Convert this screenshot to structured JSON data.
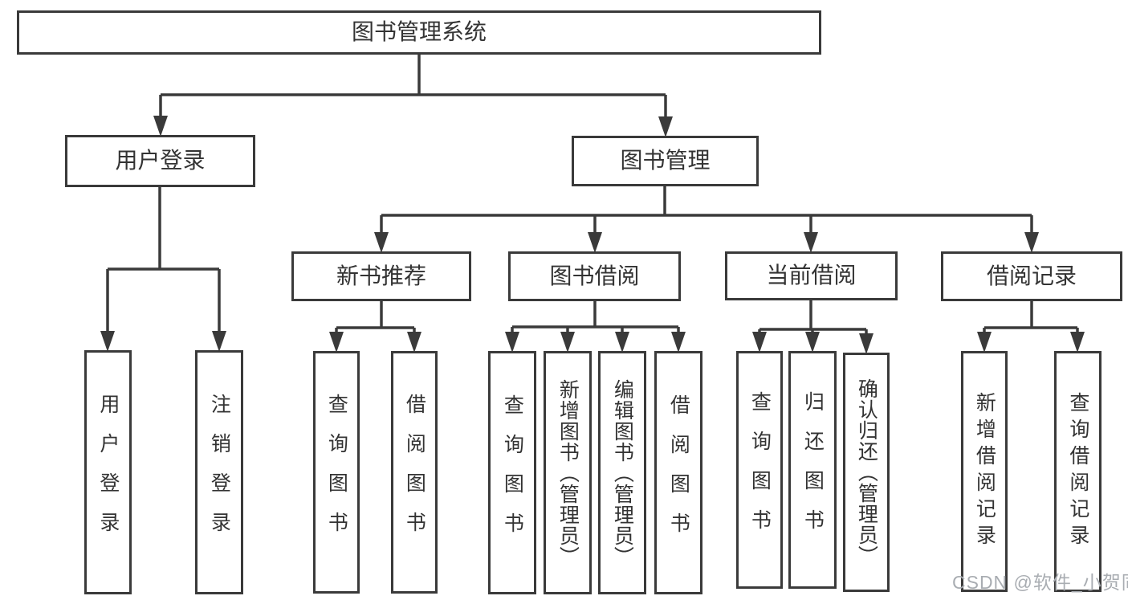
{
  "diagram_title": "图书管理系统",
  "colors": {
    "line": "#3a3a3a",
    "text": "#333333",
    "background": "#ffffff",
    "watermark": "#a9adb2"
  },
  "nodes": {
    "root": "图书管理系统",
    "user_login": "用户登录",
    "book_mgmt": "图书管理",
    "new_book": "新书推荐",
    "book_borrow": "图书借阅",
    "current_borrow": "当前借阅",
    "borrow_record": "借阅记录",
    "leaf_login": "用户登录",
    "leaf_logout": "注销登录",
    "nb_query": "查询图书",
    "nb_borrow": "借阅图书",
    "bb_query": "查询图书",
    "bb_add": "新增图书（管理员）",
    "bb_edit": "编辑图书（管理员）",
    "bb_borrow": "借阅图书",
    "cb_query": "查询图书",
    "cb_return": "归还图书",
    "cb_confirm": "确认归还（管理员）",
    "br_add": "新增借阅记录",
    "br_query": "查询借阅记录"
  },
  "tree": {
    "label": "图书管理系统",
    "children": [
      {
        "label": "用户登录",
        "children": [
          {
            "label": "用户登录"
          },
          {
            "label": "注销登录"
          }
        ]
      },
      {
        "label": "图书管理",
        "children": [
          {
            "label": "新书推荐",
            "children": [
              {
                "label": "查询图书"
              },
              {
                "label": "借阅图书"
              }
            ]
          },
          {
            "label": "图书借阅",
            "children": [
              {
                "label": "查询图书"
              },
              {
                "label": "新增图书（管理员）"
              },
              {
                "label": "编辑图书（管理员）"
              },
              {
                "label": "借阅图书"
              }
            ]
          },
          {
            "label": "当前借阅",
            "children": [
              {
                "label": "查询图书"
              },
              {
                "label": "归还图书"
              },
              {
                "label": "确认归还（管理员）"
              }
            ]
          },
          {
            "label": "借阅记录",
            "children": [
              {
                "label": "新增借阅记录"
              },
              {
                "label": "查询借阅记录"
              }
            ]
          }
        ]
      }
    ]
  },
  "watermark": {
    "text": "CSDN @软件_小贺同学"
  }
}
